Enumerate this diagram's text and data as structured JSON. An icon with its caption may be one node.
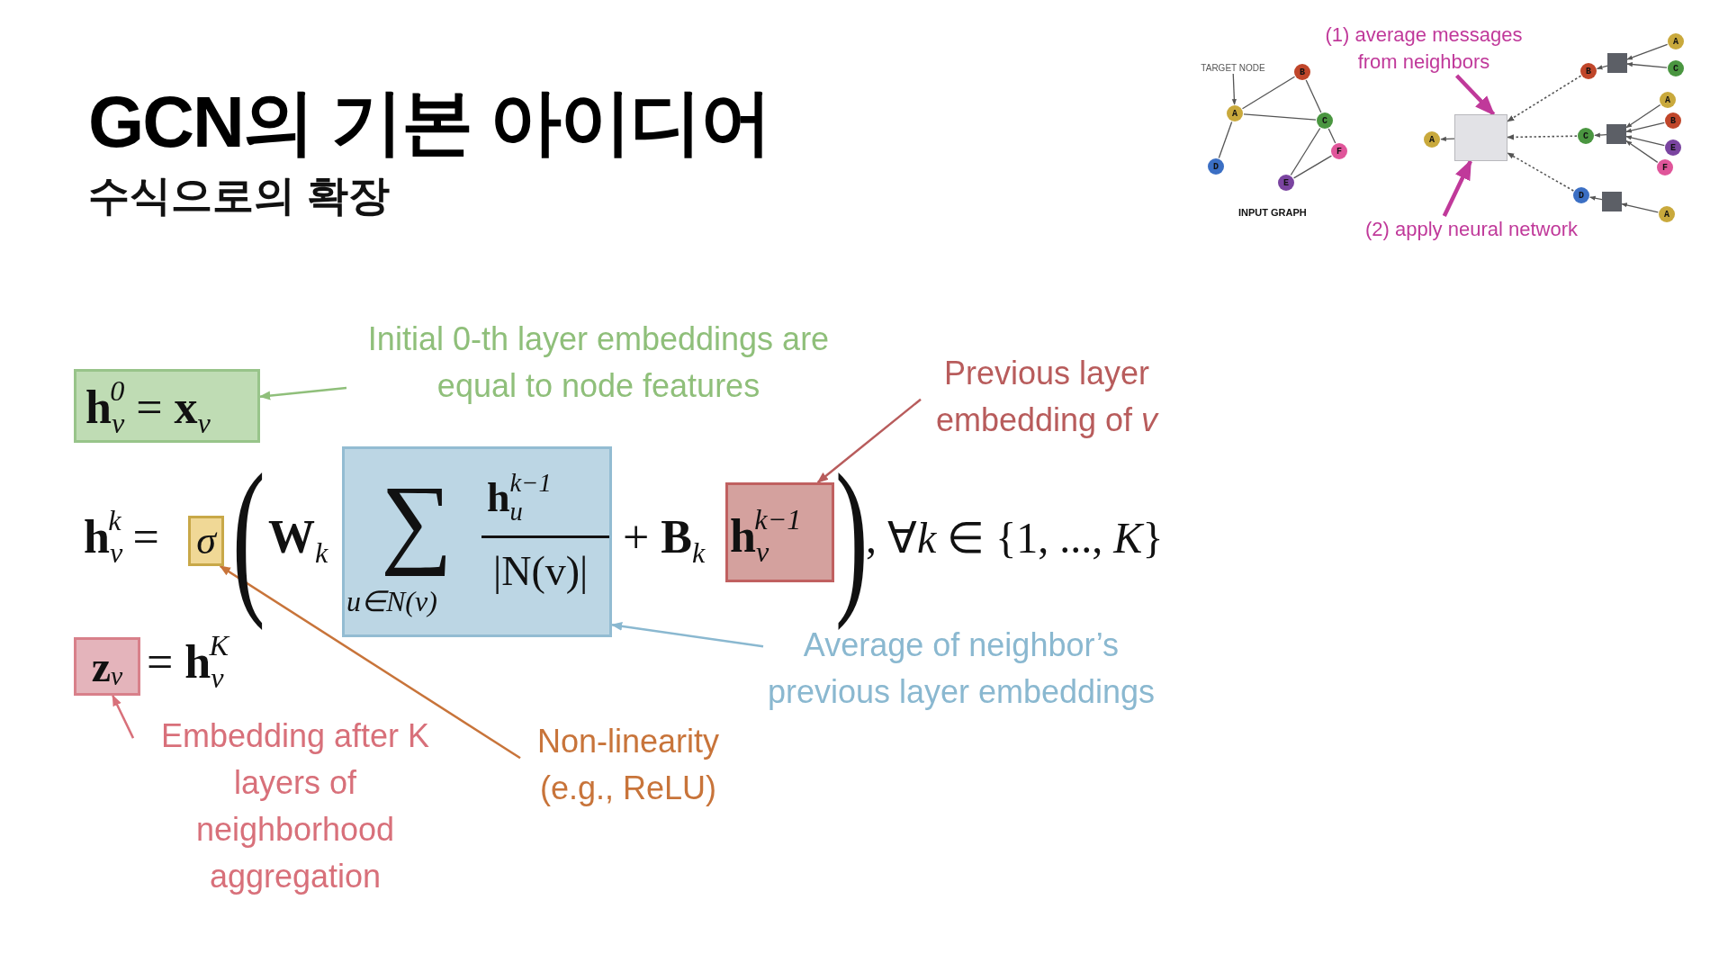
{
  "diagram": {
    "title": "GCN의 기본 아이디어",
    "nodes": [
      {
        "text": [
          "TARGET NODE"
        ]
      },
      {
        "text": [
          "A"
        ]
      },
      {
        "text": [
          "B"
        ]
      },
      {
        "text": [
          "C"
        ]
      },
      {
        "text": [
          "D"
        ]
      },
      {
        "text": [
          "E"
        ]
      },
      {
        "text": [
          "F"
        ]
      },
      {
        "text": [
          "(1) average messages from neighbors"
        ]
      },
      {
        "text": [
          "(2) apply neural network"
        ]
      },
      {
        "text": [
          "A"
        ]
      },
      {
        "text": [],
        "shape": "box"
      },
      {
        "text": [
          "B"
        ]
      },
      {
        "text": [
          "C"
        ]
      },
      {
        "text": [
          "D"
        ]
      },
      {
        "text": [],
        "shape": "box"
      },
      {
        "text": [],
        "shape": "box"
      },
      {
        "text": [],
        "shape": "box"
      },
      {
        "text": [
          "A"
        ]
      },
      {
        "text": [
          "C"
        ]
      },
      {
        "text": [
          "A"
        ]
      },
      {
        "text": [
          "B"
        ]
      },
      {
        "text": [
          "E"
        ]
      },
      {
        "text": [
          "F"
        ]
      },
      {
        "text": [
          "A"
        ]
      },
      {
        "text": [
          "**h**$_{v}$$^{0}$ = **x**$_{v}$"
        ]
      },
      {
        "text": [
          "Initial 0-th layer embeddings are equal to node features"
        ]
      },
      {
        "text": [
          "Previous layer embedding of *v*"
        ]
      },
      {
        "text": [
          "σ"
        ]
      },
      {
        "text": [
          "∑",
          "u∈N(v)",
          "**h**$_{u}$$^{k−1}$",
          "|N(v)|"
        ]
      },
      {
        "text": [
          "**h**$_{v}$$^{k−1}$"
        ]
      },
      {
        "text": [
          "**z**$_{v}$"
        ]
      },
      {
        "text": [
          "Average of neighbor’s previous layer embeddings"
        ]
      },
      {
        "text": [
          "Non-linearity (e.g., ReLU)"
        ]
      },
      {
        "text": [
          "Embedding after K layers of neighborhood aggregation"
        ]
      }
    ],
    "edges": [
      {
        "from": 0,
        "to": 1,
        "arrow": "to"
      },
      {
        "from": 1,
        "to": 2,
        "arrow": "none"
      },
      {
        "from": 1,
        "to": 3,
        "arrow": "none"
      },
      {
        "from": 2,
        "to": 3,
        "arrow": "none"
      },
      {
        "from": 1,
        "to": 4,
        "arrow": "none"
      },
      {
        "from": 3,
        "to": 5,
        "arrow": "none"
      },
      {
        "from": 3,
        "to": 6,
        "arrow": "none"
      },
      {
        "from": 5,
        "to": 6,
        "arrow": "none"
      },
      {
        "from": 10,
        "to": 9,
        "arrow": "to"
      },
      {
        "from": 11,
        "to": 10,
        "arrow": "to",
        "style": "dashed"
      },
      {
        "from": 12,
        "to": 10,
        "arrow": "to",
        "style": "dashed"
      },
      {
        "from": 13,
        "to": 10,
        "arrow": "to",
        "style": "dashed"
      },
      {
        "from": 14,
        "to": 11,
        "arrow": "to"
      },
      {
        "from": 17,
        "to": 14,
        "arrow": "to"
      },
      {
        "from": 18,
        "to": 14,
        "arrow": "to"
      },
      {
        "from": 15,
        "to": 12,
        "arrow": "to"
      },
      {
        "from": 19,
        "to": 15,
        "arrow": "to"
      },
      {
        "from": 20,
        "to": 15,
        "arrow": "to"
      },
      {
        "from": 21,
        "to": 15,
        "arrow": "to"
      },
      {
        "from": 22,
        "to": 15,
        "arrow": "to"
      },
      {
        "from": 16,
        "to": 13,
        "arrow": "to"
      },
      {
        "from": 23,
        "to": 16,
        "arrow": "to"
      },
      {
        "from": 7,
        "to": 10,
        "arrow": "to",
        "style": "thick",
        "color": "#c0399a"
      },
      {
        "from": 8,
        "to": 10,
        "arrow": "to",
        "style": "thick",
        "color": "#c0399a"
      },
      {
        "from": 25,
        "to": 24,
        "arrow": "to",
        "color": "#8fbf7a"
      },
      {
        "from": 26,
        "to": 29,
        "arrow": "to",
        "color": "#b85c5c"
      },
      {
        "from": 31,
        "to": 28,
        "arrow": "to",
        "color": "#8ab8d0"
      },
      {
        "from": 32,
        "to": 27,
        "arrow": "to",
        "color": "#c8743a"
      },
      {
        "from": 33,
        "to": 30,
        "arrow": "to",
        "color": "#d8707a"
      }
    ],
    "labels": [
      "수식으로의 확장",
      "INPUT GRAPH",
      "**h**$_{v}$$^{k}$ =",
      "(",
      "**W**$_{k}$",
      "+ **B**$_{k}$",
      ")",
      ", ∀*k* ∈ {1, ..., *K*}",
      "= **h**$_{v}$$^{K}$"
    ]
  }
}
